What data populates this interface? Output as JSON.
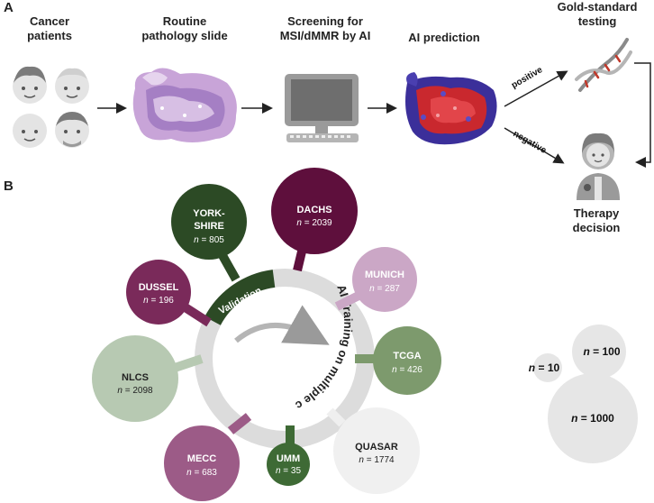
{
  "panelA": {
    "label": "A",
    "steps": [
      {
        "title": "Cancer\npatients"
      },
      {
        "title": "Routine\npathology slide"
      },
      {
        "title": "Screening for\nMSI/dMMR by AI"
      },
      {
        "title": "AI prediction"
      },
      {
        "title": "Gold-standard\ntesting"
      }
    ],
    "positive_label": "positive",
    "negative_label": "negative",
    "therapy_label": "Therapy\ndecision"
  },
  "panelB": {
    "label": "B",
    "ring_label_right": "AI Training on multiple cohorts",
    "validation_label": "Validation",
    "n_prefix": "n",
    "cohorts": [
      {
        "name": "YORK-\nSHIRE",
        "n": "805",
        "color": "#2c4a25",
        "role": "validation"
      },
      {
        "name": "DACHS",
        "n": "2039",
        "color": "#5e0f3c",
        "role": "training"
      },
      {
        "name": "MUNICH",
        "n": "287",
        "color": "#cba7c6",
        "role": "training"
      },
      {
        "name": "TCGA",
        "n": "426",
        "color": "#7d9a6d",
        "role": "training"
      },
      {
        "name": "QUASAR",
        "n": "1774",
        "color": "#f0f0f0",
        "role": "training"
      },
      {
        "name": "UMM",
        "n": "35",
        "color": "#3e6a35",
        "role": "training"
      },
      {
        "name": "MECC",
        "n": "683",
        "color": "#9c5b87",
        "role": "training"
      },
      {
        "name": "NLCS",
        "n": "2098",
        "color": "#b7c9b2",
        "role": "training"
      },
      {
        "name": "DUSSEL",
        "n": "196",
        "color": "#7a2a5a",
        "role": "training"
      }
    ],
    "legend": [
      {
        "n": "10"
      },
      {
        "n": "100"
      },
      {
        "n": "1000"
      }
    ]
  }
}
